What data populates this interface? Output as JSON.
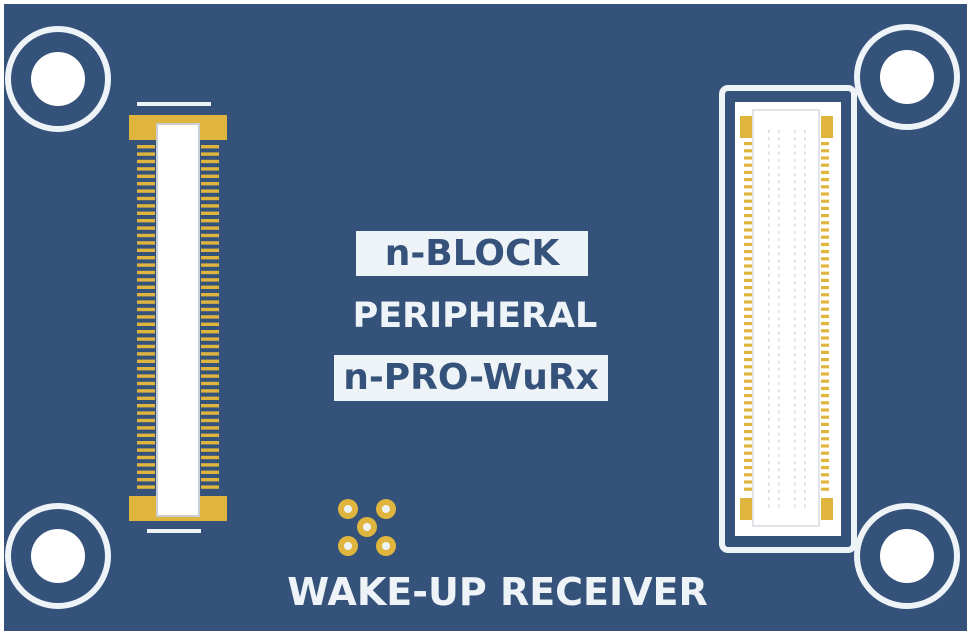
{
  "board": {
    "silkscreen": {
      "line1": "n-BLOCK",
      "line2": "PERIPHERAL",
      "line3": "n-PRO-WuRx",
      "bottom": "WAKE-UP RECEIVER"
    },
    "colors": {
      "solder_mask": "#34527a",
      "silkscreen": "#eef3f7",
      "pad_gold": "#e0b53e",
      "pad_gold_dark": "#c99a28",
      "connector_body": "#ffffff"
    },
    "features": {
      "mounting_holes": [
        "mounting-hole-top-left",
        "mounting-hole-top-right",
        "mounting-hole-bottom-left",
        "mounting-hole-bottom-right"
      ],
      "connectors": [
        "left-board-connector",
        "right-board-connector"
      ],
      "test_pads": [
        "test-pad-1",
        "test-pad-2",
        "test-pad-3",
        "test-pad-4",
        "test-pad-5"
      ]
    }
  }
}
